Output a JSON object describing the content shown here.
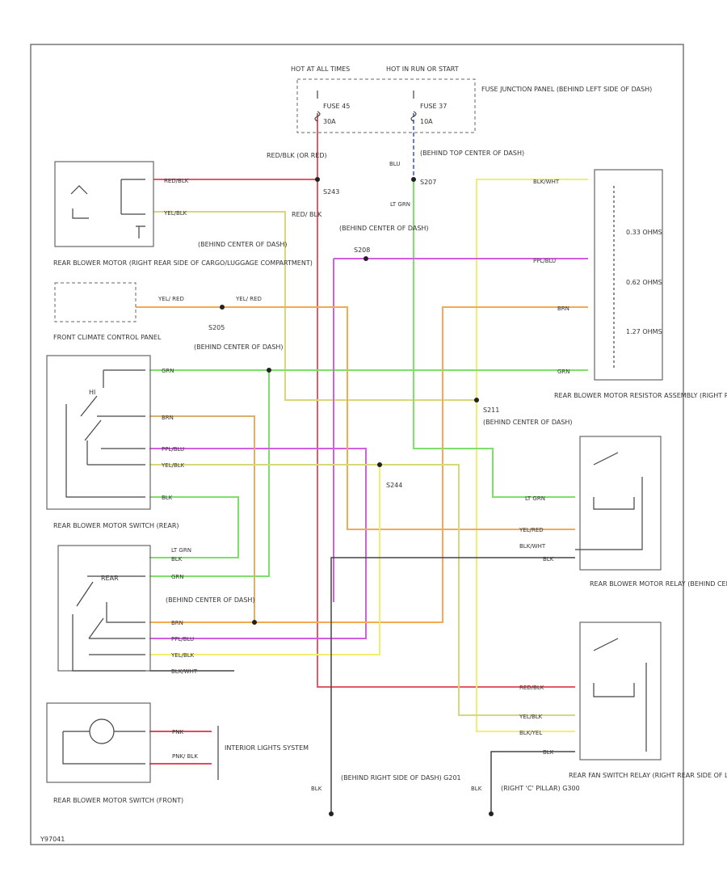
{
  "colors": {
    "red_blk": "#e25a66",
    "yel_blk": "#d8d87a",
    "yel": "#f2ee70",
    "lt_grn": "#7ee06a",
    "ppl_blu": "#d060e0",
    "org": "#f2aa55",
    "tan": "#d8b070",
    "blk": "#444444",
    "blu": "#6a7ae8",
    "red": "#e07070",
    "pnk": "#e04a5a"
  },
  "fuse_panel": {
    "hot_at_all_times": "HOT AT ALL TIMES",
    "hot_in_run": "HOT IN RUN OR START",
    "fuse45": "FUSE 45",
    "fuse45_amp": "30A",
    "fuse37": "FUSE 37",
    "fuse37_amp": "10A",
    "label": "FUSE JUNCTION PANEL (BEHIND LEFT SIDE OF DASH)"
  },
  "splices": {
    "s243": "S243",
    "s207": "S207",
    "s205": "S205",
    "s211": "S211",
    "s244": "S244",
    "s208": "S208",
    "behind_top_center": "(BEHIND TOP CENTER OF DASH)",
    "behind_center_1": "(BEHIND CENTER OF DASH)",
    "behind_center_2": "(BEHIND CENTER OF DASH)",
    "behind_center_3": "(BEHIND CENTER OF DASH)",
    "behind_center_4": "(BEHIND CENTER OF DASH)",
    "behind_center_5": "(BEHIND CENTER OF DASH)"
  },
  "components": {
    "rear_blower_motor": "REAR BLOWER MOTOR (RIGHT REAR SIDE OF CARGO/LUGGAGE COMPARTMENT)",
    "front_climate": "FRONT CLIMATE CONTROL PANEL",
    "rear_switch_rear": "REAR BLOWER MOTOR SWITCH (REAR)",
    "rear_switch_front": "REAR BLOWER MOTOR SWITCH (FRONT)",
    "resistor": "REAR BLOWER MOTOR RESISTOR ASSEMBLY (RIGHT REAR SIDE OF CARGO AREA)",
    "relay": "REAR BLOWER MOTOR RELAY (BEHIND CENTER OF DASH)",
    "fan_relay": "REAR FAN SWITCH RELAY (RIGHT REAR SIDE OF LUGGAGE COMPARTMENT)",
    "interior_lights": "INTERIOR LIGHTS SYSTEM",
    "ohms_033": "0.33 OHMS",
    "ohms_062": "0.62 OHMS",
    "ohms_127": "1.27 OHMS",
    "g201": "(BEHIND RIGHT SIDE OF DASH) G201",
    "g300": "(RIGHT 'C' PILLAR) G300",
    "hi": "HI",
    "rear": "REAR",
    "figure_id": "Y97041"
  },
  "wires": {
    "red_blk_lr": "RED/BLK (OR RED)",
    "red_blk": "RED/BLK",
    "yel_blk": "YEL/BLK",
    "red_blk_vert": "RED/ BLK",
    "blu": "BLU",
    "lt_grn": "LT GRN",
    "yel_red_wire": "YEL/ RED",
    "yel_red_2": "YEL/ RED",
    "wht_blk": "BLK/WHT",
    "wht_blk_r1": "BLK/WHT",
    "ppl_blu": "PPL/BLU",
    "brn": "BRN",
    "lt_grn_r": "LT GRN",
    "grn": "GRN",
    "lt_grn_res": "LT GRN",
    "yel_red_res": "YEL/RED",
    "blk_wht_res": "BLK/WHT",
    "blk_res": "BLK",
    "red_blk_relay": "RED/BLK",
    "yel_blk_relay": "YEL/BLK",
    "blk_yel_relay": "BLK/YEL",
    "blk_relay": "BLK",
    "fc_grn": "GRN",
    "fc_brn": "BRN",
    "fc_ppl": "PPL/BLU",
    "fc_yel": "YEL/BLK",
    "fc_blk": "BLK",
    "rs_ltgrn": "LT GRN",
    "rs_blk": "BLK",
    "rs_grn": "GRN",
    "rs_brn": "BRN",
    "rs_ppl": "PPL/BLU",
    "rs_yel": "YEL/BLK",
    "rs_blkwht": "BLK/WHT",
    "pnk": "PNK",
    "pnk_blk": "PNK/ BLK",
    "blk_g201": "BLK",
    "blk_g300": "BLK",
    "lt_grn_top": "LT GRN"
  }
}
